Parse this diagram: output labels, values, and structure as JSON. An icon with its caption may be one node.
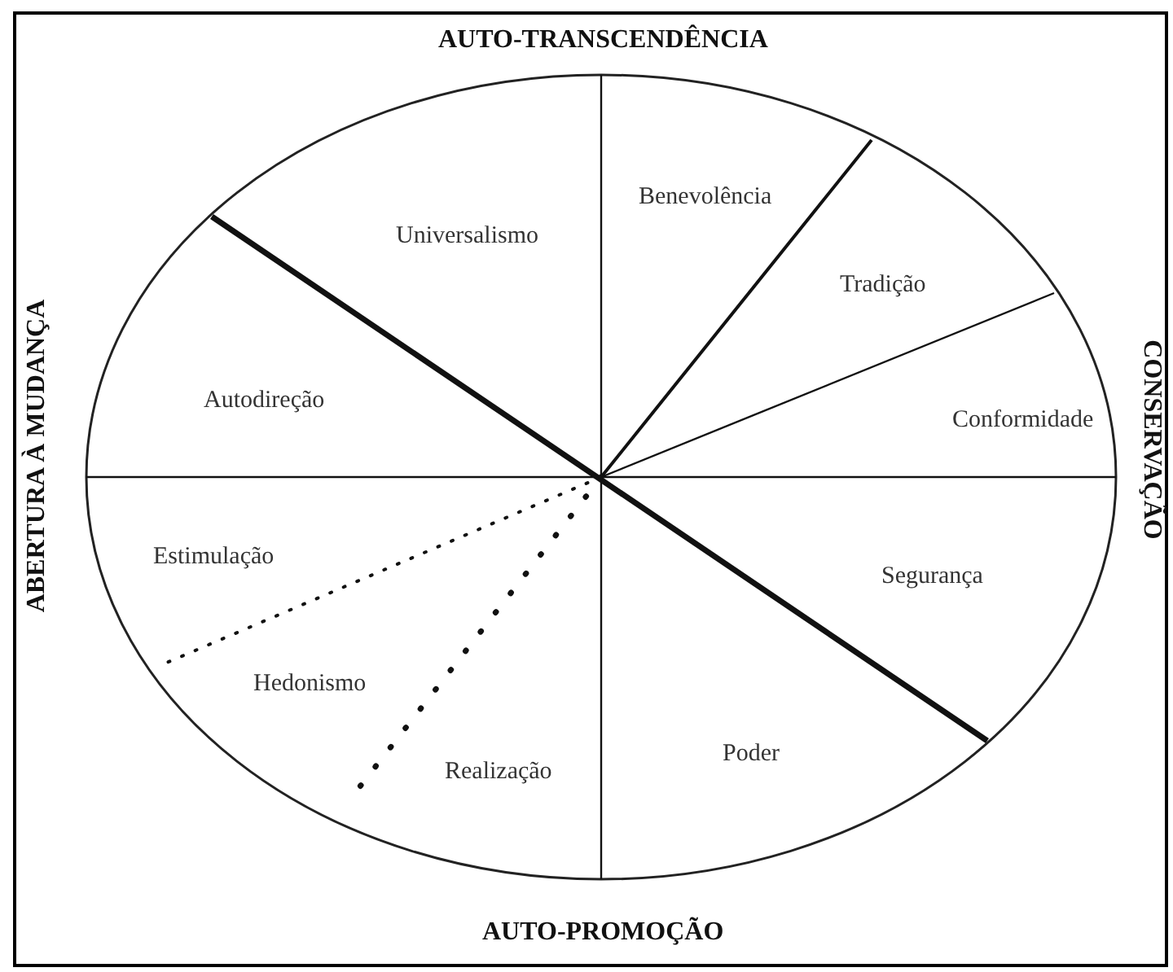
{
  "diagram": {
    "labels": [
      "AUTO-TRANSCENDÊNCIA",
      "ABERTURA À MUDANÇA",
      "Universalismo",
      "Benevolência",
      "Tradição",
      "Autodireção",
      "CONSERVAÇÃO",
      "Conformidade",
      "Estimulação",
      "Segurança",
      "Hedonismo",
      "Poder",
      "Realização",
      "AUTO-PROMOÇÃO"
    ]
  }
}
